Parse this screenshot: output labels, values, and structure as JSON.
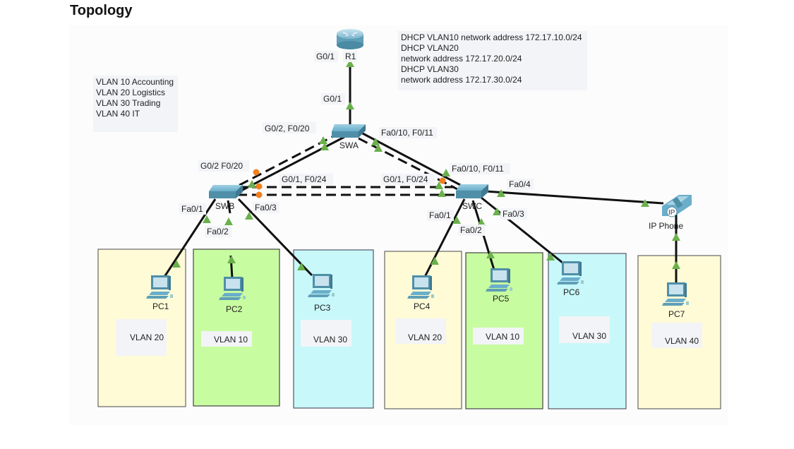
{
  "title": "Topology",
  "notes": {
    "vlans": "VLAN 10 Accounting\nVLAN 20 Logistics\nVLAN 30 Trading\nVLAN 40 IT",
    "dhcp": "DHCP VLAN10 network address 172.17.10.0/24\nDHCP VLAN20\nnetwork address 172.17.20.0/24\nDHCP VLAN30\nnetwork address 172.17.30.0/24"
  },
  "colors": {
    "link": "#111111",
    "port_up": "#6ab04c",
    "port_blocked": "#f08020",
    "switch": "#5a9ab5",
    "vlan10_bg": "#c8fca0",
    "vlan20_bg": "#fffbd6",
    "vlan30_bg": "#c8f8fa",
    "vlan40_bg": "#fffbd6"
  },
  "devices": {
    "r1": "R1",
    "swa": "SWA",
    "swb": "SWB",
    "swc": "SWC",
    "ipphone": "IP Phone",
    "ipphone_badge": "IP",
    "pc1": "PC1",
    "pc2": "PC2",
    "pc3": "PC3",
    "pc4": "PC4",
    "pc5": "PC5",
    "pc6": "PC6",
    "pc7": "PC7"
  },
  "ports": {
    "r1_g01": "G0/1",
    "swa_g01": "G0/1",
    "swa_to_swb": "G0/2,  F0/20",
    "swa_to_swc": "Fa0/10, F0/11",
    "swb_to_swa": "G0/2  F0/20",
    "swb_to_swc": "G0/1,  F0/24",
    "swc_to_swb": "G0/1,  F0/24",
    "swc_to_swa": "Fa0/10,  F0/11",
    "swc_fa04": "Fa0/4",
    "swb_fa01": "Fa0/1",
    "swb_fa02": "Fa0/2",
    "swb_fa03": "Fa0/3",
    "swc_fa01": "Fa0/1",
    "swc_fa02": "Fa0/2",
    "swc_fa03": "Fa0/3"
  },
  "vlan_areas": [
    {
      "pc": "PC1",
      "label": "VLAN 20"
    },
    {
      "pc": "PC2",
      "label": "VLAN 10"
    },
    {
      "pc": "PC3",
      "label": "VLAN 30"
    },
    {
      "pc": "PC4",
      "label": "VLAN 20"
    },
    {
      "pc": "PC5",
      "label": "VLAN 10"
    },
    {
      "pc": "PC6",
      "label": "VLAN 30"
    },
    {
      "pc": "PC7",
      "label": "VLAN 40"
    }
  ]
}
